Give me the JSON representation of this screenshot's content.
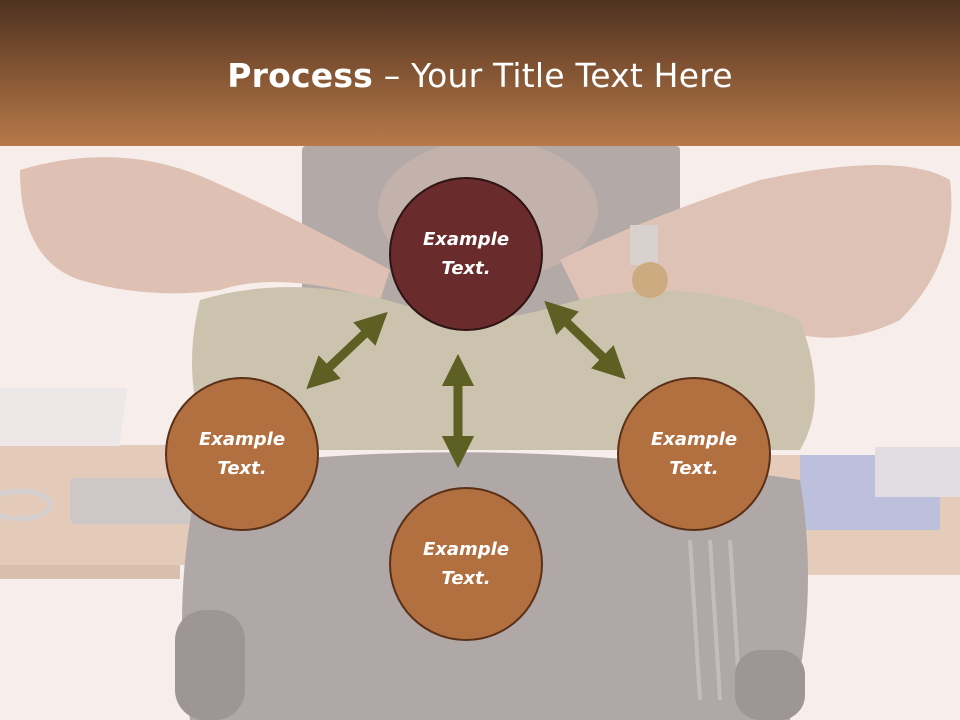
{
  "header": {
    "title_bold": "Process",
    "title_rest": " – Your Title Text Here"
  },
  "nodes": {
    "top": {
      "line1": "Example",
      "line2": "Text."
    },
    "left": {
      "line1": "Example",
      "line2": "Text."
    },
    "bottom": {
      "line1": "Example",
      "line2": "Text."
    },
    "right": {
      "line1": "Example",
      "line2": "Text."
    }
  },
  "colors": {
    "header_gradient": [
      "#4e3220",
      "#b77a4a"
    ],
    "node_dark": "#6a2b2d",
    "node_light": "#b27040",
    "arrow": "#5d5f23"
  }
}
